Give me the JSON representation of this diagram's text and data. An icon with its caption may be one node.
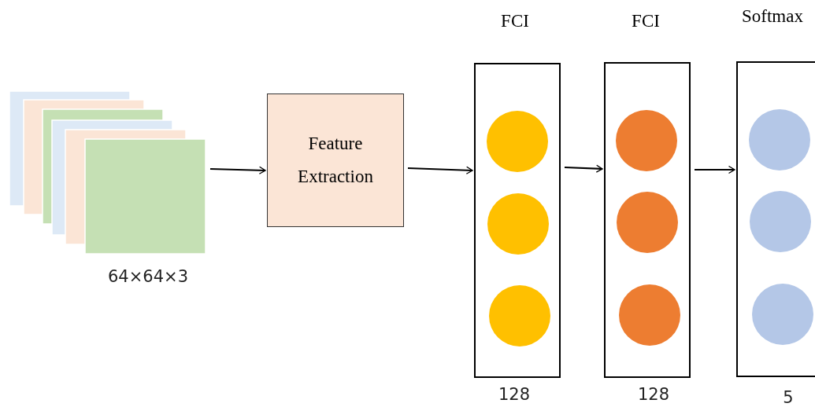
{
  "diagram": {
    "nodes": [
      {
        "text": [],
        "shape": "box",
        "beside": [
          "64×64×3"
        ]
      },
      {
        "text": [
          "Feature Extraction"
        ]
      },
      {
        "text": [
          "FCI"
        ],
        "beside": [
          "128"
        ]
      },
      {
        "text": [],
        "shape": "circle",
        "in": 2
      },
      {
        "text": [],
        "shape": "circle",
        "in": 2
      },
      {
        "text": [],
        "shape": "circle",
        "in": 2
      },
      {
        "text": [
          "FCI"
        ],
        "beside": [
          "128"
        ]
      },
      {
        "text": [],
        "shape": "circle",
        "in": 6
      },
      {
        "text": [],
        "shape": "circle",
        "in": 6
      },
      {
        "text": [],
        "shape": "circle",
        "in": 6
      },
      {
        "text": [
          "Softmax"
        ],
        "beside": [
          "5"
        ]
      },
      {
        "text": [],
        "shape": "circle",
        "in": 10
      },
      {
        "text": [],
        "shape": "circle",
        "in": 10
      },
      {
        "text": [],
        "shape": "circle",
        "in": 10
      }
    ],
    "edges": [
      {
        "from": 0,
        "to": 1,
        "arrow": "to"
      },
      {
        "from": 1,
        "to": 2,
        "arrow": "to"
      },
      {
        "from": 2,
        "to": 6,
        "arrow": "to"
      },
      {
        "from": 6,
        "to": 10,
        "arrow": "to"
      }
    ]
  }
}
